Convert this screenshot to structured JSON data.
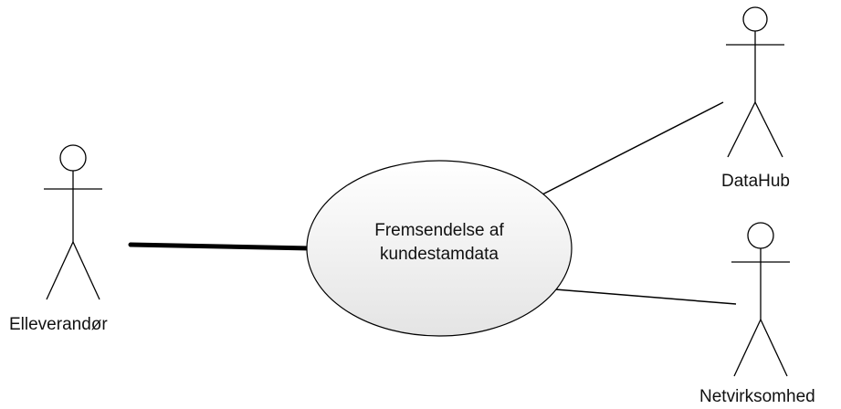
{
  "actors": {
    "elleverandor": {
      "name": "Elleverandør"
    },
    "datahub": {
      "name": "DataHub"
    },
    "netvirksomhed": {
      "name": "Netvirksomhed"
    }
  },
  "usecase": {
    "line1": "Fremsendelse af",
    "line2": "kundestamdata"
  },
  "colors": {
    "ellipse_fill_top": "#ffffff",
    "ellipse_fill_bottom": "#e6e6e6",
    "stroke": "#000000"
  }
}
